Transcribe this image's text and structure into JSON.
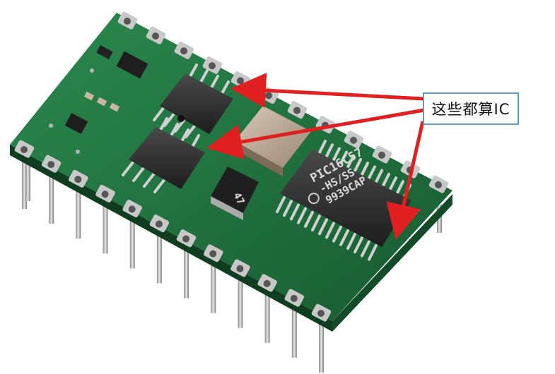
{
  "annotation": {
    "label": "这些都算IC"
  },
  "chip": {
    "line1": "PIC16C57",
    "line2": "-HS/SS",
    "line3": "9939CAP",
    "logo": "microchip-logo"
  },
  "small_chip": {
    "marking": "47"
  },
  "colors": {
    "board": "#1f6e3d",
    "arrow": "#e02020",
    "pad": "#c8c8c8",
    "ic_body": "#2a2a2a",
    "callout_border": "#5b9bd5"
  }
}
